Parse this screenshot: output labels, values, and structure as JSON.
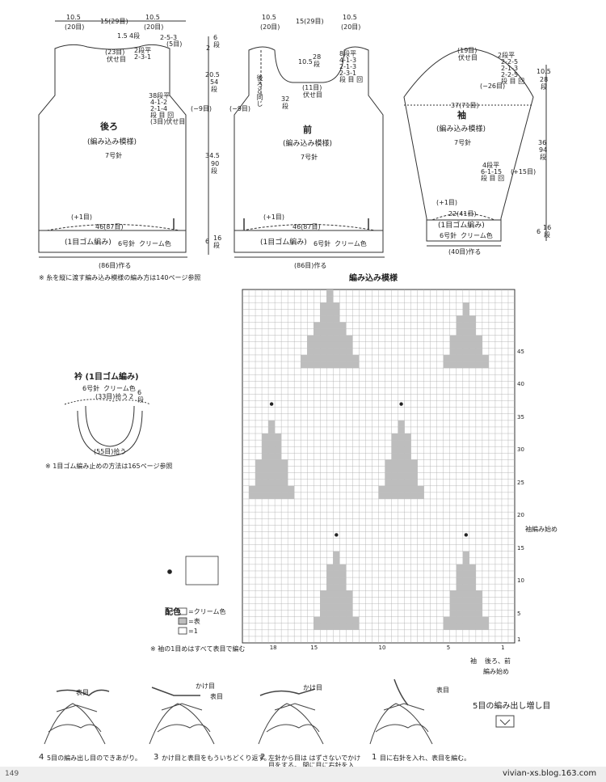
{
  "back": {
    "top_left_width": "10.5",
    "top_left_sts": "(20目)",
    "neck_width": "15(29目)",
    "top_right_width": "10.5",
    "top_right_sts": "(20目)",
    "neck_depth": "1.5",
    "neck_depth_rows": "4段",
    "neck_shaping": [
      "2-5-3",
      "(5目)"
    ],
    "neck_bind": "(23目)",
    "neck_bind2": "伏せ目",
    "neck_shaping2": [
      "2段平",
      "2-3-1"
    ],
    "right_6": "6",
    "right_6_rows": "段",
    "shoulder_2": "2",
    "armhole_h": "20.5",
    "armhole_rows": [
      "54",
      "段"
    ],
    "armhole_shaping": [
      "38段平",
      "4-1-2",
      "2-1-4",
      "段 目 回",
      "(3目)伏せ目"
    ],
    "armhole_dec": "(−9目)",
    "title": "後ろ",
    "pattern": "(編み込み模様)",
    "needle": "7号針",
    "body_h": "34.5",
    "body_rows": [
      "90",
      "段"
    ],
    "inc": "(+1目)",
    "hem_width": "46(87目)",
    "rib_label": "(1目ゴム編み)",
    "rib_needle": "6号針",
    "rib_color": "クリーム色",
    "rib_h": "6",
    "rib_rows": [
      "16",
      "段"
    ],
    "cast_on": "(86目)作る",
    "note": "※ 糸を縦に渡す編み込み模様の編み方は140ページ参照"
  },
  "front": {
    "top_left_width": "10.5",
    "top_left_sts": "(20目)",
    "neck_width": "15(29目)",
    "top_right_width": "10.5",
    "top_right_sts": "(20目)",
    "neck_depth": "10.5",
    "neck_depth_rows": [
      "28",
      "段"
    ],
    "neck_shaping": [
      "8段平",
      "4-1-3",
      "2-1-3",
      "2-3-1",
      "段 目 回"
    ],
    "center_bind": "(11目)",
    "center_bind2": "伏せ目",
    "side_note": "後ろと同じ",
    "armhole_rows": [
      "32",
      "段"
    ],
    "armhole_dec": "(−9目)",
    "title": "前",
    "pattern": "(編み込み模様)",
    "needle": "7号針",
    "inc": "(+1目)",
    "hem_width": "46(87目)",
    "rib_label": "(1目ゴム編み)",
    "rib_needle": "6号針",
    "rib_color": "クリーム色",
    "cast_on": "(86目)作る"
  },
  "sleeve": {
    "top_sts": "(19目)",
    "top_bind": "伏せ目",
    "cap_shaping": [
      "2段平",
      "2-2-5",
      "2-1-3",
      "2-2-5",
      "段 目 回"
    ],
    "cap_dec": "(−26目)",
    "cap_h": "10.5",
    "cap_rows": [
      "28",
      "段"
    ],
    "width": "37(71目)",
    "title": "袖",
    "pattern": "(編み込み模様)",
    "needle": "7号針",
    "body_h": "36",
    "body_rows": [
      "94",
      "段"
    ],
    "inc_shaping": [
      "4段平",
      "6-1-15",
      "段 目 回"
    ],
    "inc": "(+15目)",
    "cuff_inc": "(+1目)",
    "cuff_width": "22(41目)",
    "rib_label": "(1目ゴム編み)",
    "rib_needle": "6号針",
    "rib_color": "クリーム色",
    "rib_h": "6",
    "rib_rows": [
      "16",
      "段"
    ],
    "cast_on": "(40目)作る"
  },
  "collar": {
    "title": "衿 (1目ゴム編み)",
    "needle": "6号針",
    "color": "クリーム色",
    "bind": "(33目)拾う",
    "height": "2",
    "rows": [
      "6",
      "段"
    ],
    "pickup": "(55目)拾う",
    "note": "※ 1目ゴム編み止めの方法は165ページ参照"
  },
  "chart": {
    "title": "編み込み模様",
    "rows_labels": [
      "45",
      "40",
      "35",
      "30",
      "25",
      "20",
      "15",
      "10",
      "5",
      "1"
    ],
    "col_labels": [
      "18",
      "15",
      "10",
      "5",
      "1"
    ],
    "sleeve_start": "袖編み始め",
    "sleeve": "袖",
    "back_front": "後ろ、前",
    "start": "編み始め",
    "note": "※ 袖の1目めはすべて表目で編む"
  },
  "legend": {
    "title": "配色",
    "items": [
      "=クリーム色",
      "=表",
      "=1"
    ]
  },
  "steps": {
    "title": "5目の編み出し増し目",
    "step1_num": "1",
    "step1": "目に右針を入れ、表目を編む。",
    "step2_num": "2",
    "step2": "左針から目は はずさないでかけ目をする。 間に目に右針を入れ、表目を編む。",
    "step3_num": "3",
    "step3": "かけ目と表目をもういちどくり返す。",
    "step4_num": "4",
    "step4": "5目の編み出し目のできあがり。",
    "label_omote": "表目",
    "label_kake": "かけ目"
  },
  "footer": {
    "page": "149",
    "site": "vivian-xs.blog.163.com"
  }
}
